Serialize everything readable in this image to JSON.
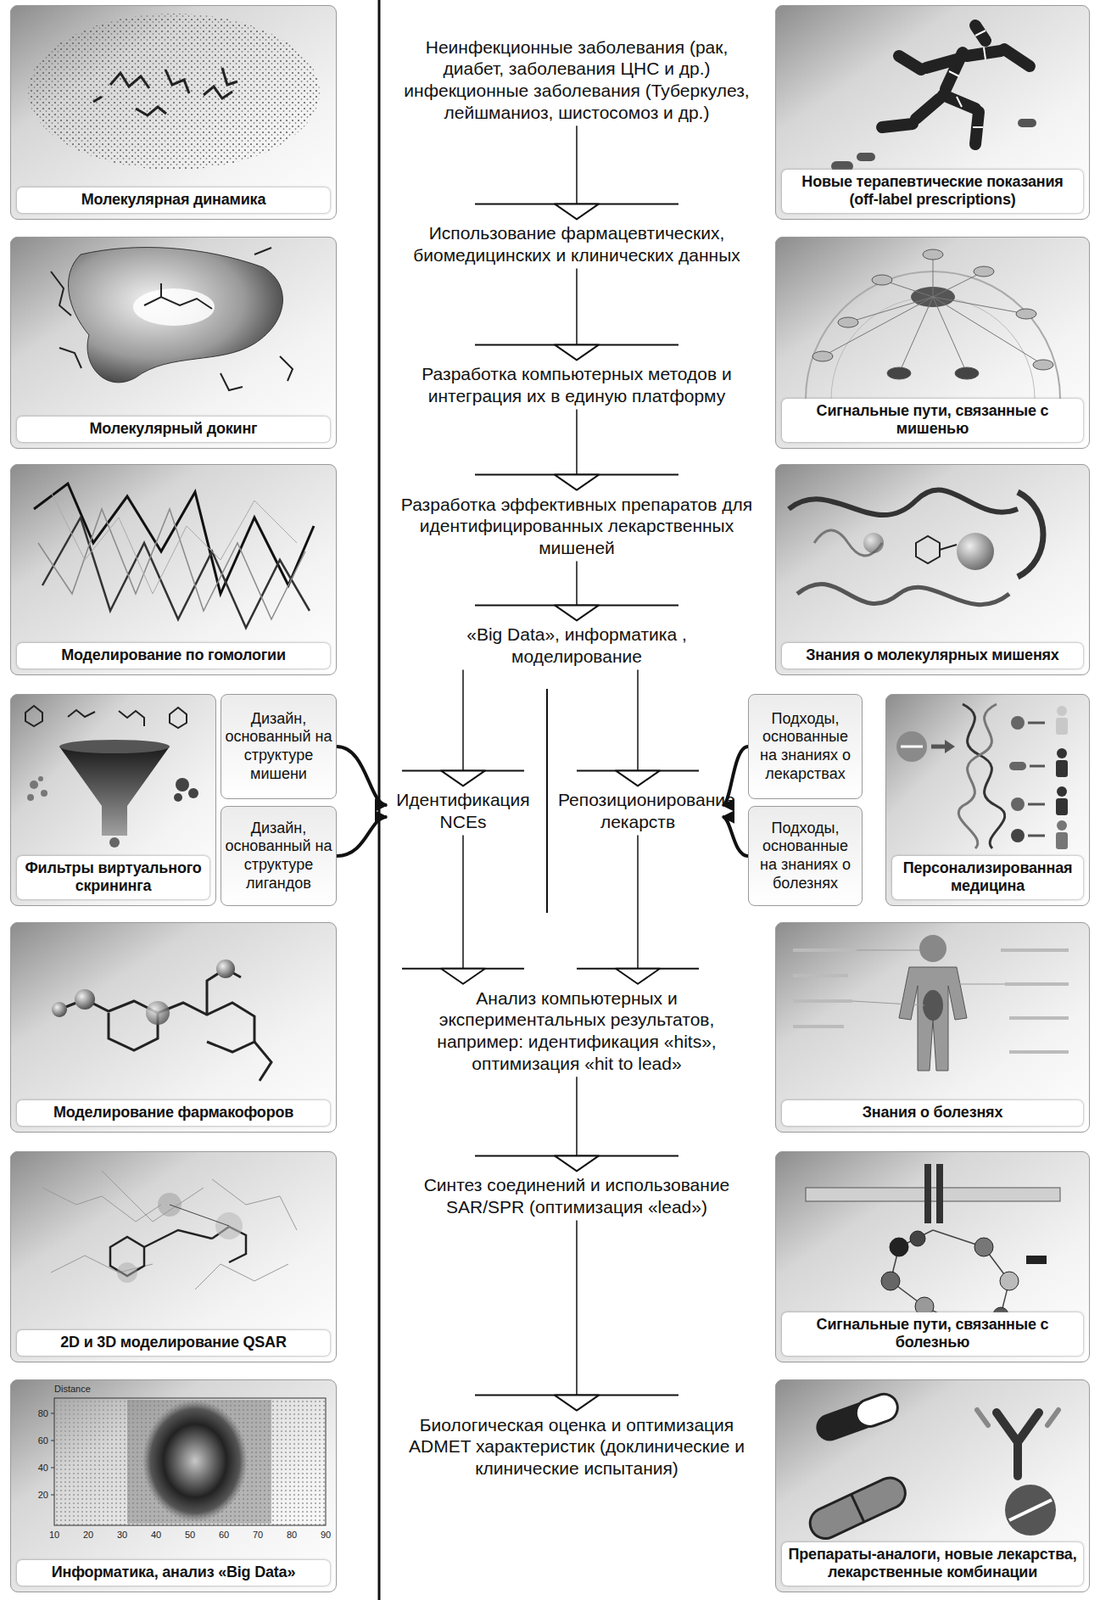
{
  "diagram": {
    "nodes": [
      {
        "text": [
          "Неинфекционные заболевания (рак, диабет, заболевания ЦНС и др.) инфекционные заболевания (Туберкулез, лейшманиоз, шистосомоз и др.)"
        ]
      },
      {
        "text": [
          "Использование фармацевтических, биомедицинских и клинических данных"
        ]
      },
      {
        "text": [
          "Разработка компьютерных методов и интеграция их в единую платформу"
        ]
      },
      {
        "text": [
          "Разработка эффективных препаратов для идентифицированных лекарственных мишеней"
        ]
      },
      {
        "text": [
          "«Big Data», информатика , моделирование"
        ]
      },
      {
        "text": [
          "Идентификация NCEs"
        ]
      },
      {
        "text": [
          "Репозиционирование лекарств"
        ]
      },
      {
        "text": [
          "Анализ компьютерных и экспериментальных результатов, например: идентификация «hits», оптимизация «hit to lead»"
        ]
      },
      {
        "text": [
          "Синтез соединений и использование SAR/SPR (оптимизация «lead»)"
        ]
      },
      {
        "text": [
          "Биологическая оценка и оптимизация ADMET характеристик (доклинические и клинические испытания)"
        ]
      },
      {
        "text": [
          "Молекулярная динамика"
        ]
      },
      {
        "text": [
          "Молекулярный докинг"
        ]
      },
      {
        "text": [
          "Моделирование по гомологии"
        ]
      },
      {
        "text": [
          "Фильтры виртуального скрининга"
        ]
      },
      {
        "text": [
          "Дизайн, основанный на структуре мишени"
        ]
      },
      {
        "text": [
          "Дизайн, основанный на структуре лигандов"
        ]
      },
      {
        "text": [
          "Моделирование фармакофоров"
        ]
      },
      {
        "text": [
          "2D и 3D моделирование QSAR"
        ]
      },
      {
        "text": [
          "Информатика, анализ «Big Data»"
        ]
      },
      {
        "text": [
          "Новые терапевтические показания (off-label prescriptions)"
        ]
      },
      {
        "text": [
          "Сигнальные пути, связанные с мишенью"
        ]
      },
      {
        "text": [
          "Знания о молекулярных мишенях"
        ]
      },
      {
        "text": [
          "Подходы, основанные на знаниях о лекарствах"
        ]
      },
      {
        "text": [
          "Персонализированная медицина"
        ]
      },
      {
        "text": [
          "Подходы, основанные на знаниях о болезнях"
        ]
      },
      {
        "text": [
          "Знания о болезнях"
        ]
      },
      {
        "text": [
          "Сигнальные пути, связанные с болезнью"
        ]
      },
      {
        "text": [
          "Препараты-аналоги, новые лекарства, лекарственные комбинации"
        ]
      }
    ],
    "edges": [
      {
        "from": 0,
        "to": 1,
        "arrow": "to"
      },
      {
        "from": 1,
        "to": 2,
        "arrow": "to"
      },
      {
        "from": 2,
        "to": 3,
        "arrow": "to"
      },
      {
        "from": 3,
        "to": 4,
        "arrow": "to"
      },
      {
        "from": 4,
        "to": 5,
        "arrow": "to"
      },
      {
        "from": 4,
        "to": 6,
        "arrow": "to"
      },
      {
        "from": 5,
        "to": 7,
        "arrow": "to"
      },
      {
        "from": 6,
        "to": 7,
        "arrow": "to"
      },
      {
        "from": 7,
        "to": 8,
        "arrow": "to"
      },
      {
        "from": 8,
        "to": 9,
        "arrow": "to"
      },
      {
        "from": 14,
        "to": 5,
        "arrow": "to"
      },
      {
        "from": 15,
        "to": 5,
        "arrow": "to"
      },
      {
        "from": 22,
        "to": 6,
        "arrow": "to"
      },
      {
        "from": 24,
        "to": 6,
        "arrow": "to"
      }
    ],
    "labels": [
      "Distance",
      "80",
      "60",
      "40",
      "20",
      "10",
      "20",
      "30",
      "40",
      "50",
      "60",
      "70",
      "80",
      "90"
    ]
  }
}
